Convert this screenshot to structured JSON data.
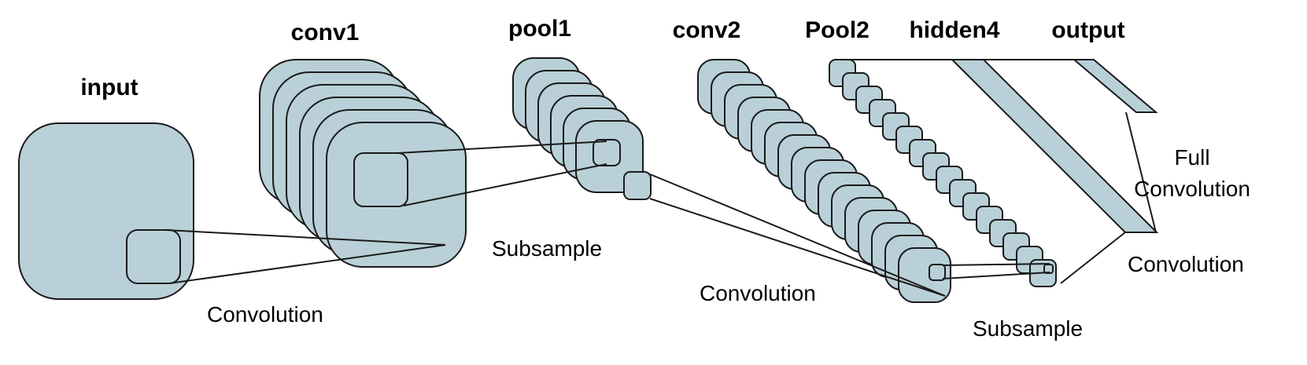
{
  "layers": {
    "input": "input",
    "conv1": "conv1",
    "pool1": "pool1",
    "conv2": "conv2",
    "pool2": "Pool2",
    "hidden4": "hidden4",
    "output": "output"
  },
  "operations": {
    "convolution_1": "Convolution",
    "subsample_1": "Subsample",
    "convolution_2": "Convolution",
    "subsample_2": "Subsample",
    "convolution_3": "Convolution",
    "full_convolution_line1": "Full",
    "full_convolution_line2": "Convolution"
  },
  "colors": {
    "feature_map_fill": "#b9d0d8",
    "stroke": "#1a1a1a"
  }
}
